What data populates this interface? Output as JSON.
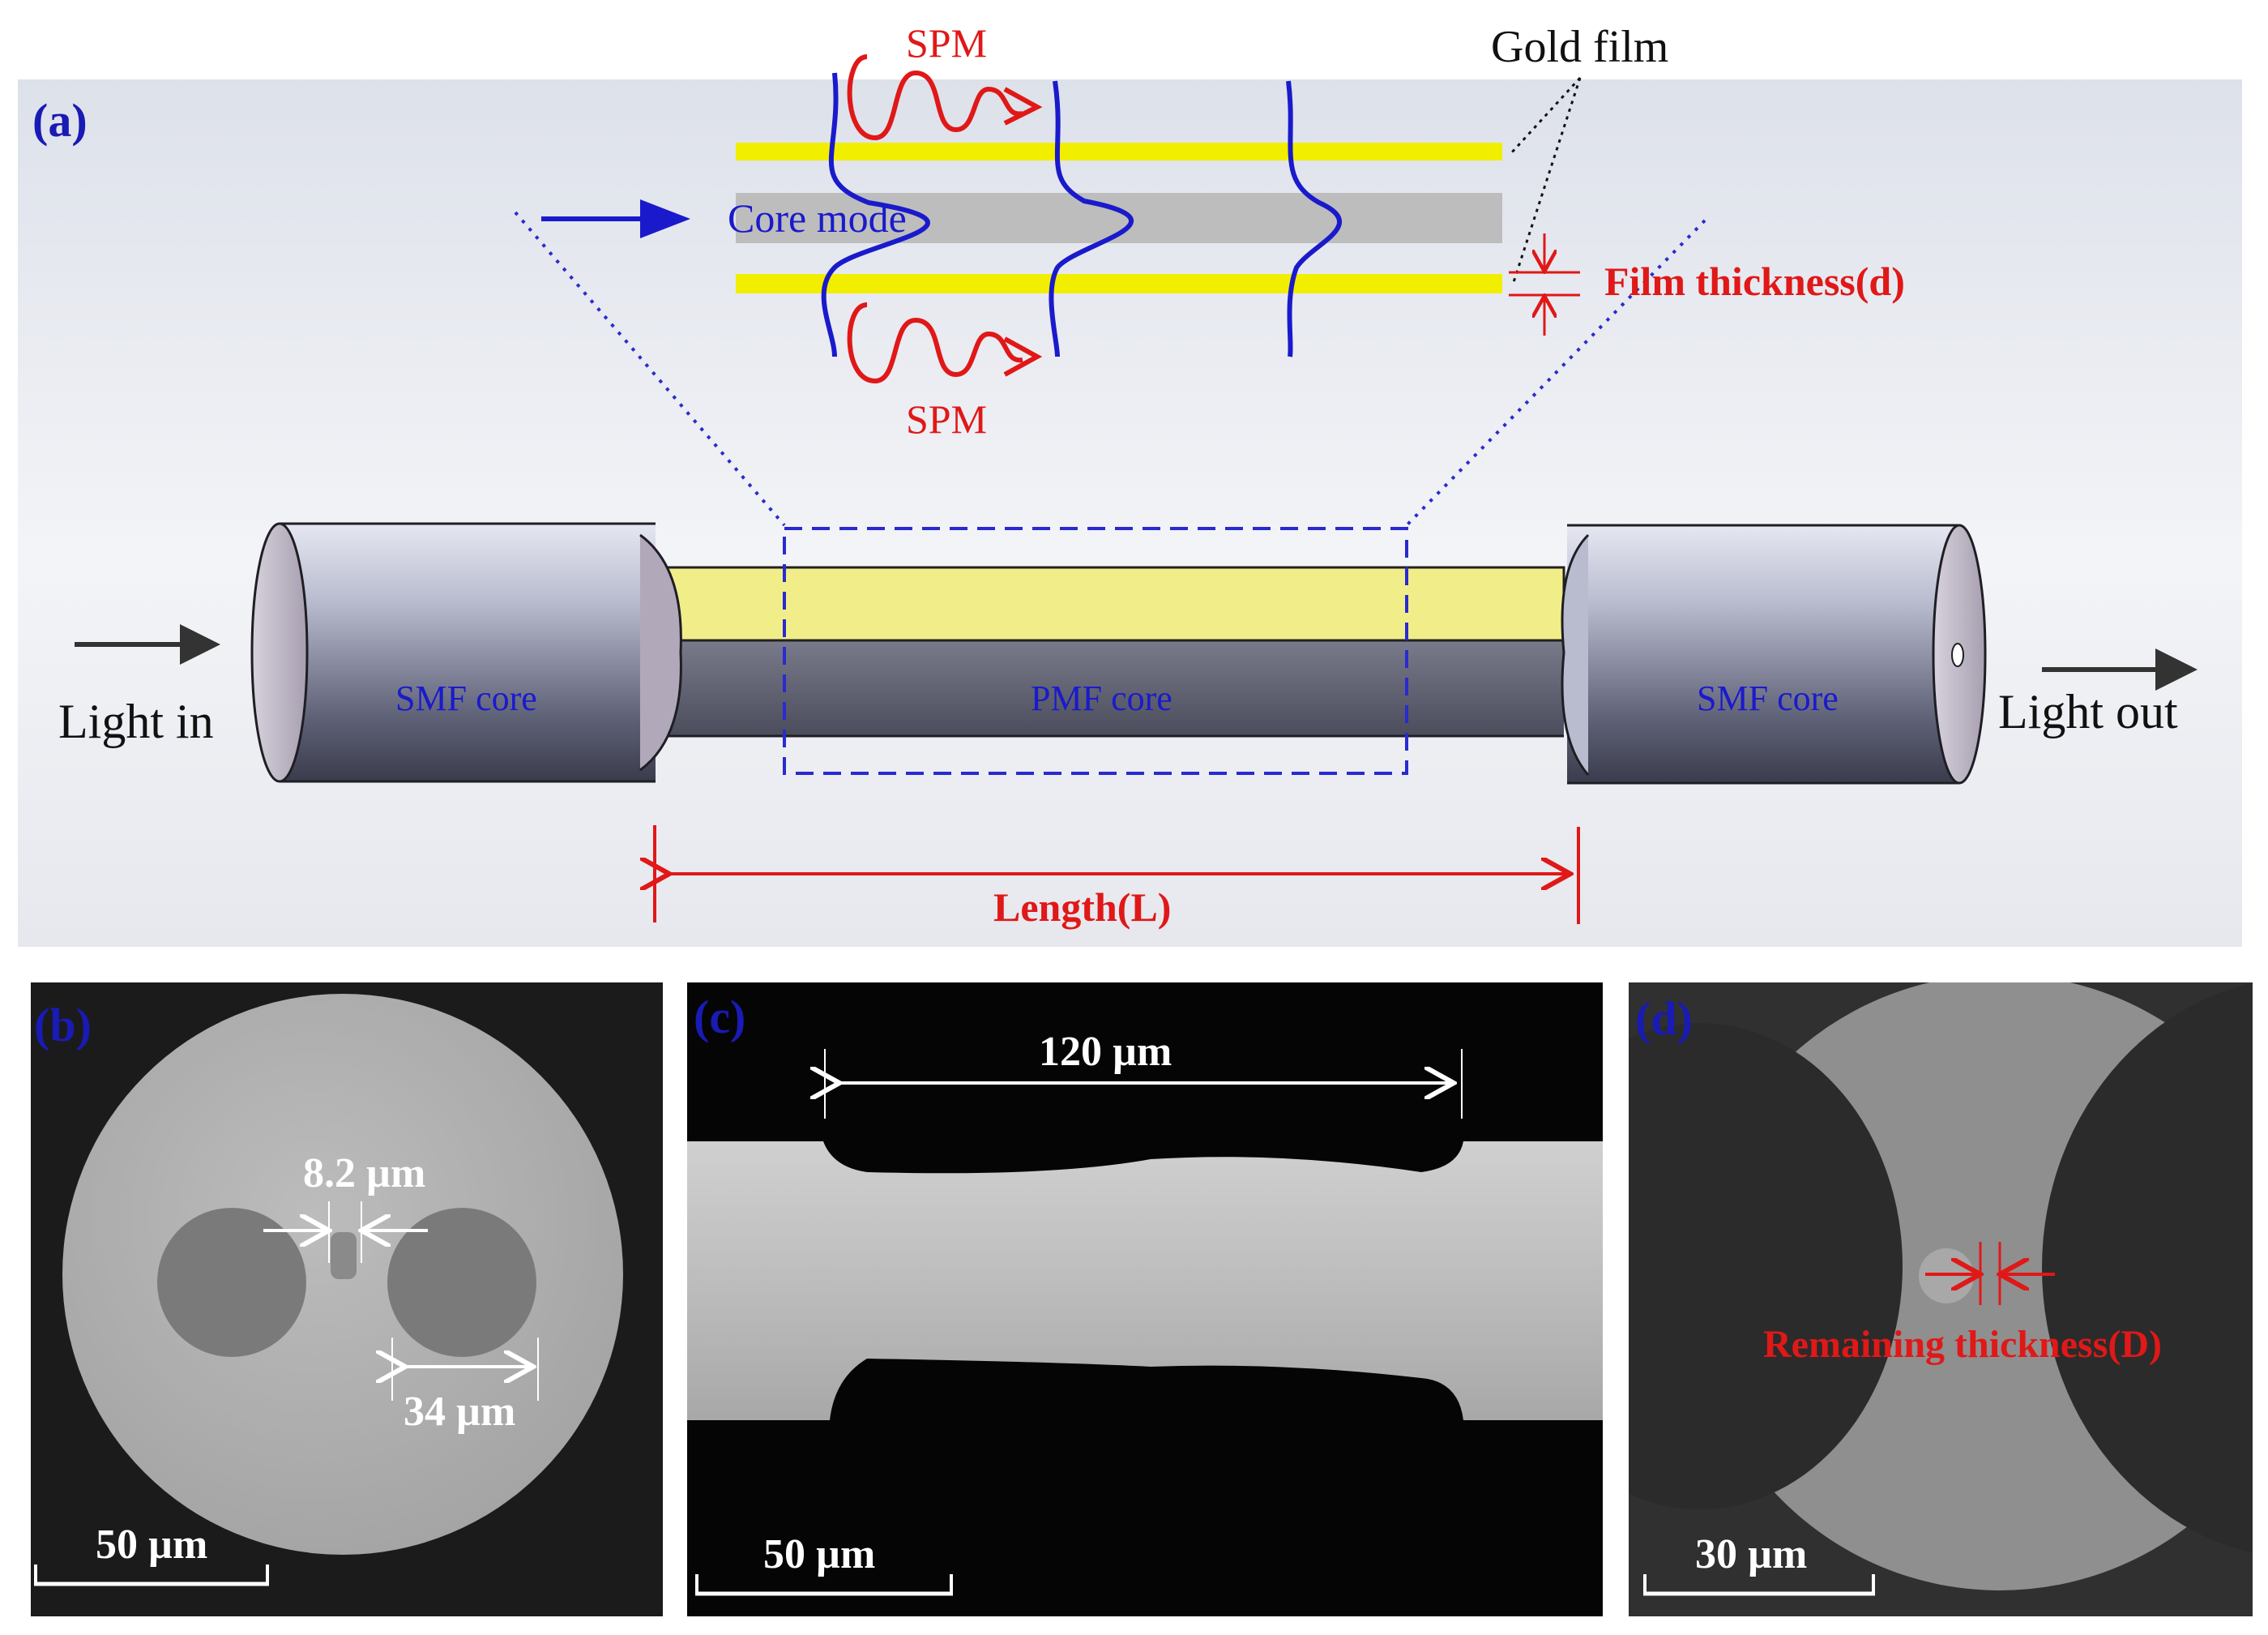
{
  "panels": {
    "a": {
      "letter": "(a)",
      "light_in": "Light in",
      "light_out": "Light out",
      "smf_core_left": "SMF core",
      "pmf_core": "PMF core",
      "smf_core_right": "SMF core",
      "length": "Length(L)",
      "gold_film": "Gold film",
      "core_mode": "Core mode",
      "spm_top": "SPM",
      "spm_bottom": "SPM",
      "film_thickness": "Film thickness(d)"
    },
    "b": {
      "letter": "(b)",
      "core_gap": "8.2 µm",
      "hole_diameter": "34 µm",
      "scale": "50 µm"
    },
    "c": {
      "letter": "(c)",
      "length": "120 µm",
      "scale": "50 µm"
    },
    "d": {
      "letter": "(d)",
      "remaining": "Remaining thickness(D)",
      "scale": "30 µm"
    }
  },
  "colors": {
    "gold": "#f2ee00",
    "fiber": "#9ea0b8",
    "red": "#e01818",
    "blue": "#1a1acc",
    "sem_background": "#111111",
    "sem_fiber": "#b8b8b8"
  }
}
